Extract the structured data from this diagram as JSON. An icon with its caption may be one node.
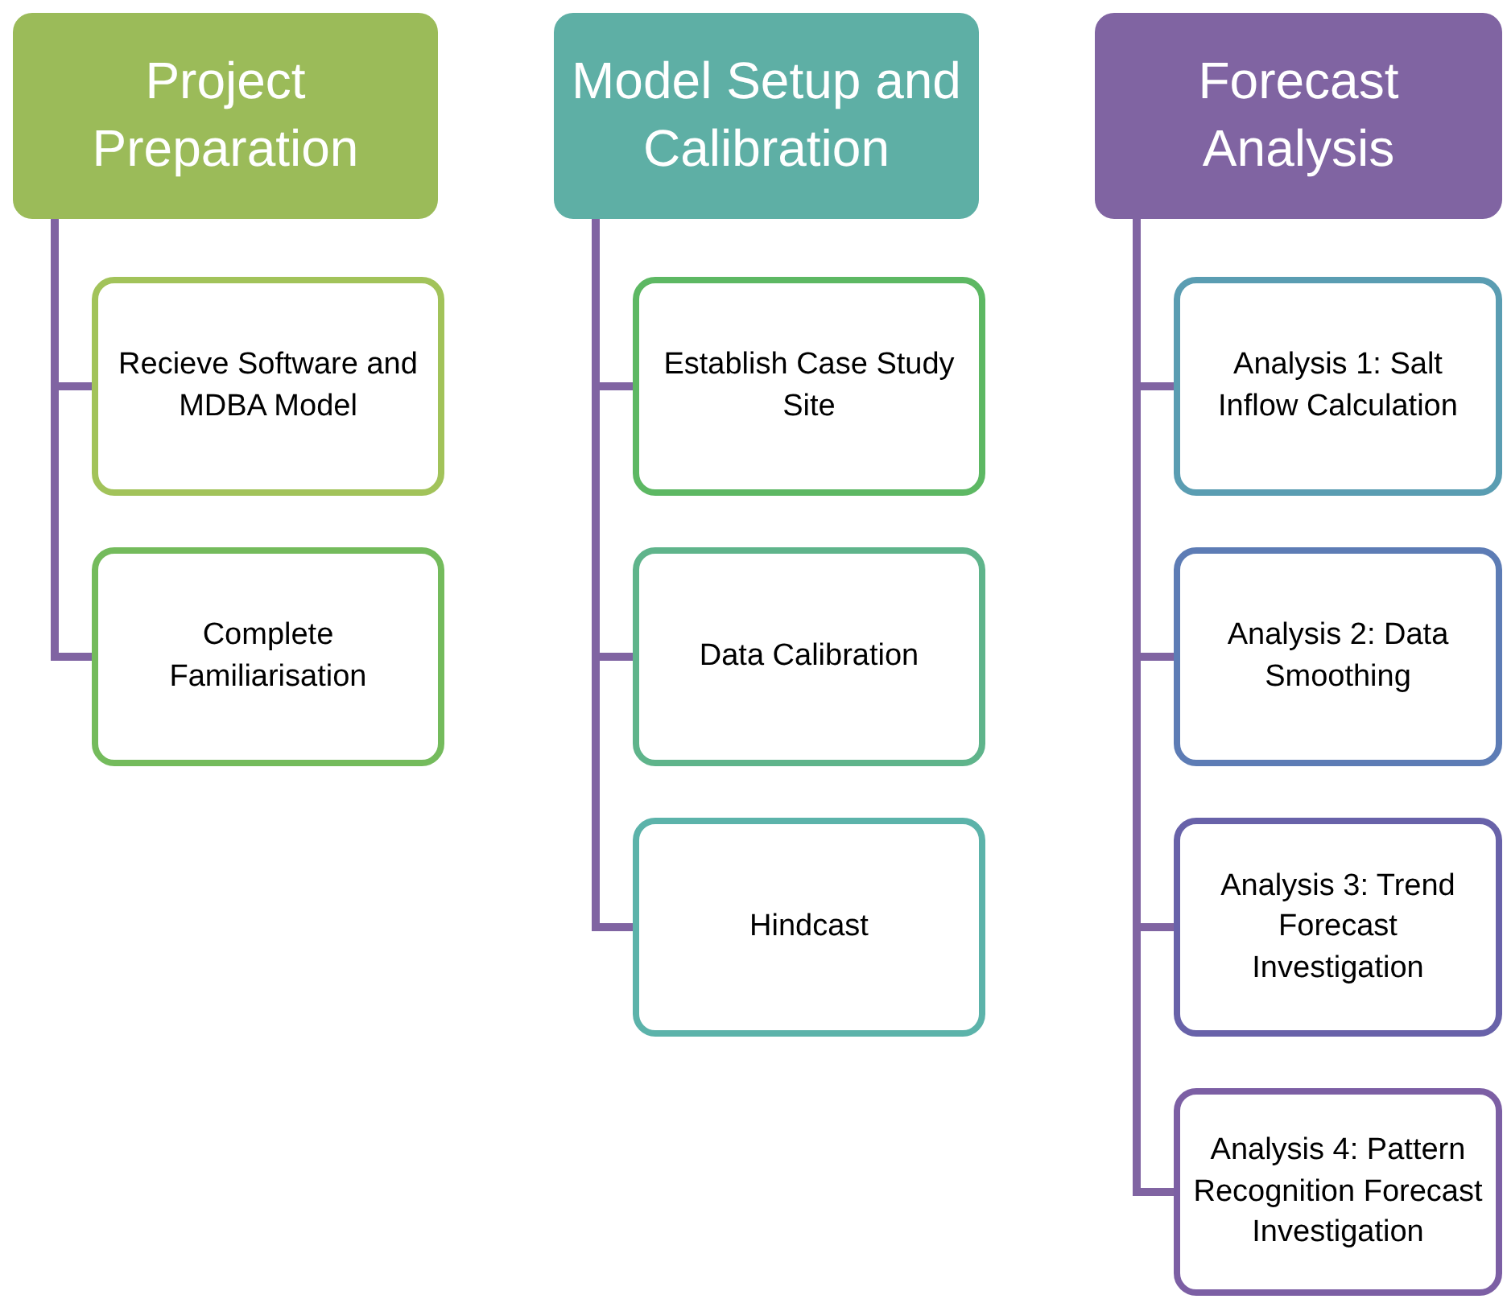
{
  "diagram": {
    "nodes": [
      {
        "text": [
          "Project Preparation"
        ]
      },
      {
        "text": [
          "Recieve Software and MDBA Model"
        ]
      },
      {
        "text": [
          "Complete Familiarisation"
        ]
      },
      {
        "text": [
          "Model Setup and Calibration"
        ]
      },
      {
        "text": [
          "Establish Case Study Site"
        ]
      },
      {
        "text": [
          "Data Calibration"
        ]
      },
      {
        "text": [
          "Hindcast"
        ]
      },
      {
        "text": [
          "Forecast Analysis"
        ]
      },
      {
        "text": [
          "Analysis 1: Salt Inflow Calculation"
        ]
      },
      {
        "text": [
          "Analysis 2: Data Smoothing"
        ]
      },
      {
        "text": [
          "Analysis 3: Trend Forecast Investigation"
        ]
      },
      {
        "text": [
          "Analysis 4: Pattern Recognition Forecast Investigation"
        ]
      }
    ],
    "edges": [
      {
        "from": 0,
        "to": 1,
        "arrow": "none"
      },
      {
        "from": 0,
        "to": 2,
        "arrow": "none"
      },
      {
        "from": 3,
        "to": 4,
        "arrow": "none"
      },
      {
        "from": 3,
        "to": 5,
        "arrow": "none"
      },
      {
        "from": 3,
        "to": 6,
        "arrow": "none"
      },
      {
        "from": 7,
        "to": 8,
        "arrow": "none"
      },
      {
        "from": 7,
        "to": 9,
        "arrow": "none"
      },
      {
        "from": 7,
        "to": 10,
        "arrow": "none"
      },
      {
        "from": 7,
        "to": 11,
        "arrow": "none"
      }
    ]
  }
}
